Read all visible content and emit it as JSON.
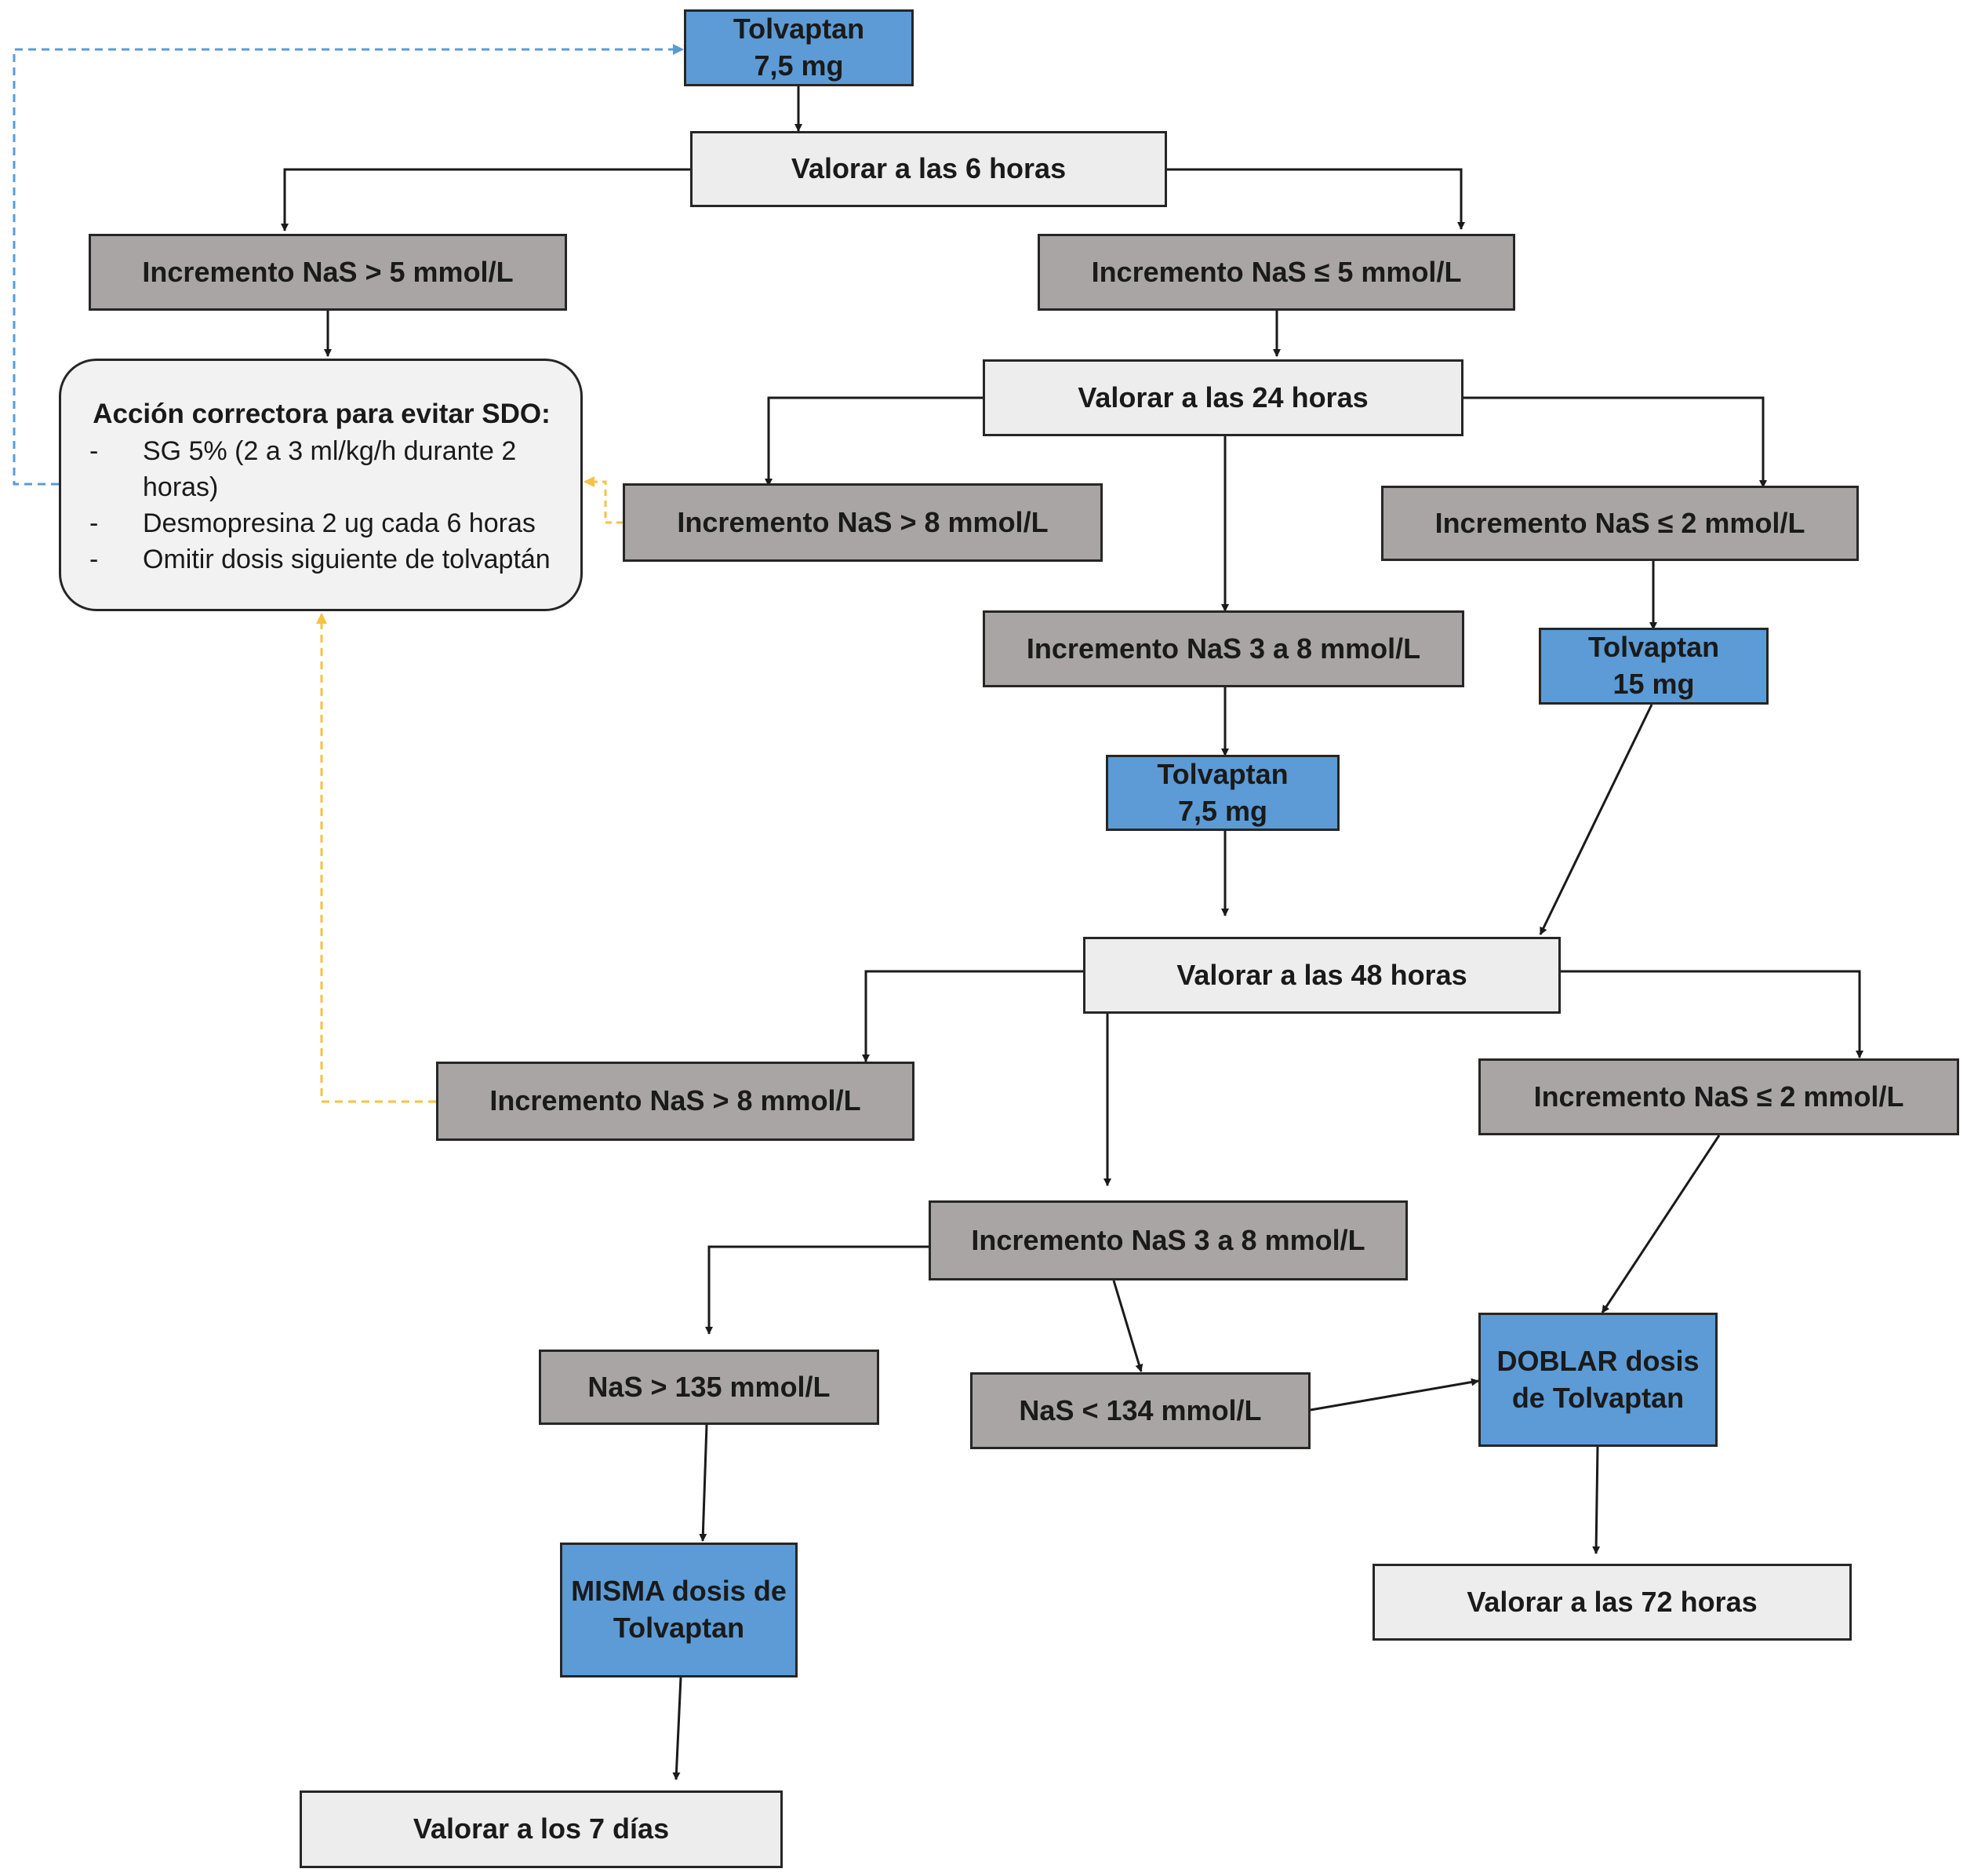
{
  "nodes": {
    "tolvaptan_start": {
      "line1": "Tolvaptan",
      "line2": "7,5 mg"
    },
    "assess_6h": "Valorar a las 6 horas",
    "inc_gt5": "Incremento NaS > 5 mmol/L",
    "inc_le5": "Incremento NaS ≤ 5 mmol/L",
    "assess_24h": "Valorar a las 24 horas",
    "inc_gt8_24h": "Incremento NaS > 8 mmol/L",
    "inc_le2_24h": "Incremento NaS ≤ 2 mmol/L",
    "inc_3to8_24h": "Incremento NaS 3 a 8 mmol/L",
    "tolvaptan_15": {
      "line1": "Tolvaptan",
      "line2": "15 mg"
    },
    "tolvaptan_75": {
      "line1": "Tolvaptan",
      "line2": "7,5 mg"
    },
    "assess_48h": "Valorar a las 48 horas",
    "inc_gt8_48h": "Incremento NaS > 8 mmol/L",
    "inc_le2_48h": "Incremento NaS ≤ 2 mmol/L",
    "inc_3to8_48h": "Incremento NaS 3 a 8 mmol/L",
    "nas_gt135": "NaS > 135 mmol/L",
    "nas_lt134": "NaS < 134 mmol/L",
    "double_dose": {
      "line1": "DOBLAR dosis",
      "line2": "de Tolvaptan"
    },
    "same_dose": {
      "line1": "MISMA dosis de",
      "line2": "Tolvaptan"
    },
    "assess_72h": "Valorar a las 72 horas",
    "assess_7d": "Valorar a los 7 días"
  },
  "corrective_action": {
    "title": "Acción correctora para evitar SDO:",
    "items": [
      "SG 5% (2 a 3 ml/kg/h durante 2 horas)",
      "Desmopresina 2 ug cada 6 horas",
      "Omitir dosis siguiente de tolvaptán"
    ]
  },
  "colors": {
    "blue_box": "#5c9bd5",
    "gray_box": "#a8a5a4",
    "light_box": "#ededed",
    "arrow": "#1a1a1a",
    "dashed_blue": "#5b9bd5",
    "dashed_yellow": "#f5c242"
  }
}
